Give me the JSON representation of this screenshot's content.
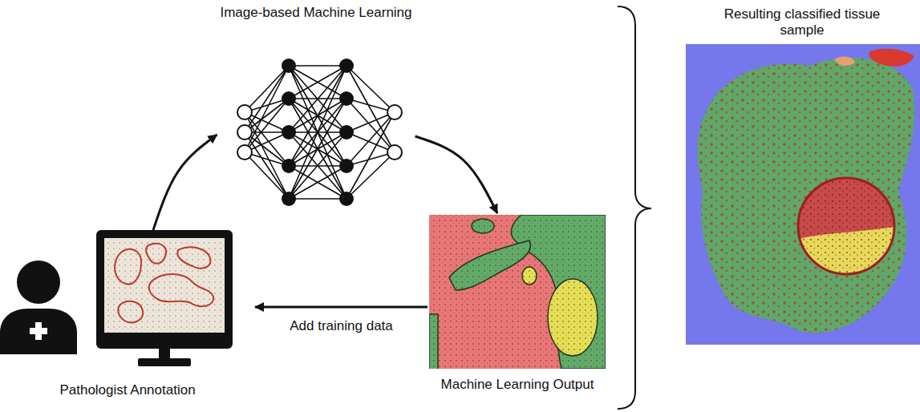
{
  "diagram": {
    "nodes": [
      {
        "text": [
          "Pathologist Annotation"
        ]
      },
      {
        "text": [
          "Image-based Machine Learning"
        ]
      },
      {
        "text": [
          "Machine Learning Output"
        ]
      },
      {
        "text": [
          "Resulting classified tissue sample"
        ]
      }
    ],
    "edges": [
      {
        "from": 0,
        "to": 1,
        "arrow": "to"
      },
      {
        "from": 1,
        "to": 2,
        "arrow": "to"
      },
      {
        "from": 2,
        "to": 0,
        "arrow": "to",
        "label": "Add training data"
      }
    ]
  }
}
